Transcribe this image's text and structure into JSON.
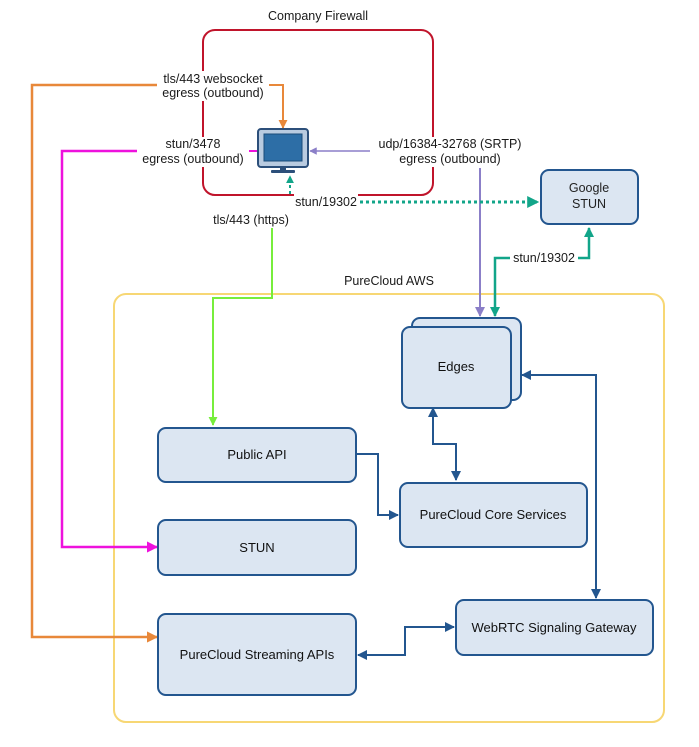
{
  "containers": {
    "firewall_title": "Company Firewall",
    "aws_title": "PureCloud AWS"
  },
  "nodes": {
    "client": "client-computer",
    "google_stun_line1": "Google",
    "google_stun_line2": "STUN",
    "edges": "Edges",
    "public_api": "Public API",
    "core_services": "PureCloud Core Services",
    "stun": "STUN",
    "signaling": "WebRTC Signaling Gateway",
    "streaming": "PureCloud Streaming APIs"
  },
  "connections": {
    "websocket_line1": "tls/443 websocket",
    "websocket_line2": "egress (outbound)",
    "stun3478_line1": "stun/3478",
    "stun3478_line2": "egress (outbound)",
    "srtp_line1": "udp/16384-32768 (SRTP)",
    "srtp_line2": "egress (outbound)",
    "stun19302_client": "stun/19302",
    "https": "tls/443 (https)",
    "stun19302_edges": "stun/19302"
  },
  "colors": {
    "firewall": "#c0142b",
    "aws": "#f7d774",
    "node_fill": "#dce6f2",
    "node_stroke": "#23568f",
    "websocket": "#e8883a",
    "stun3478": "#ee11dd",
    "srtp": "#8b7fc8",
    "stun19302": "#12a589",
    "https": "#77ee3c"
  }
}
